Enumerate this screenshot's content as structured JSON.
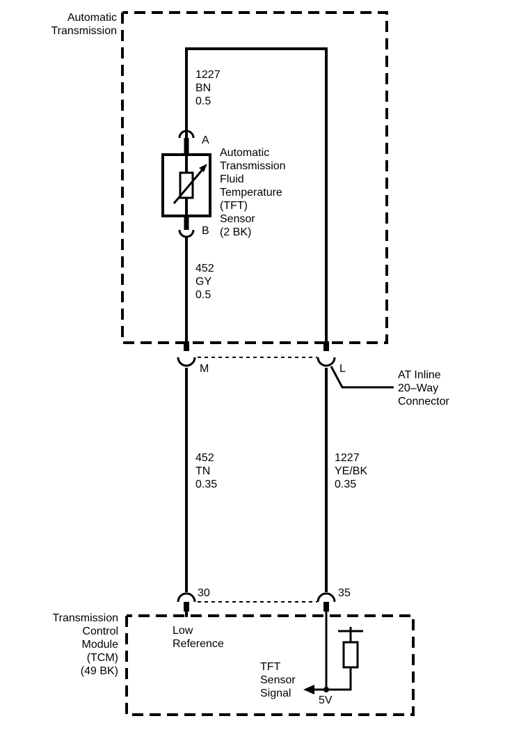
{
  "transmission_box": {
    "label": "Automatic\nTransmission"
  },
  "wire_top": {
    "circuit": "1227",
    "color": "BN",
    "gauge": "0.5"
  },
  "tft_sensor": {
    "pin_a": "A",
    "pin_b": "B",
    "name": "Automatic\nTransmission\nFluid\nTemperature\n(TFT)\nSensor\n(2 BK)"
  },
  "wire_inner_low": {
    "circuit": "452",
    "color": "GY",
    "gauge": "0.5"
  },
  "inline_connector": {
    "pin_m": "M",
    "pin_l": "L",
    "name": "AT Inline\n20–Way\nConnector"
  },
  "wire_low_ref": {
    "circuit": "452",
    "color": "TN",
    "gauge": "0.35"
  },
  "wire_signal": {
    "circuit": "1227",
    "color": "YE/BK",
    "gauge": "0.35"
  },
  "tcm": {
    "pin_30": "30",
    "pin_35": "35",
    "name": "Transmission\nControl\nModule\n(TCM)\n(49 BK)",
    "low_reference": "Low\nReference",
    "signal_label": "TFT\nSensor\nSignal",
    "voltage": "5V"
  }
}
